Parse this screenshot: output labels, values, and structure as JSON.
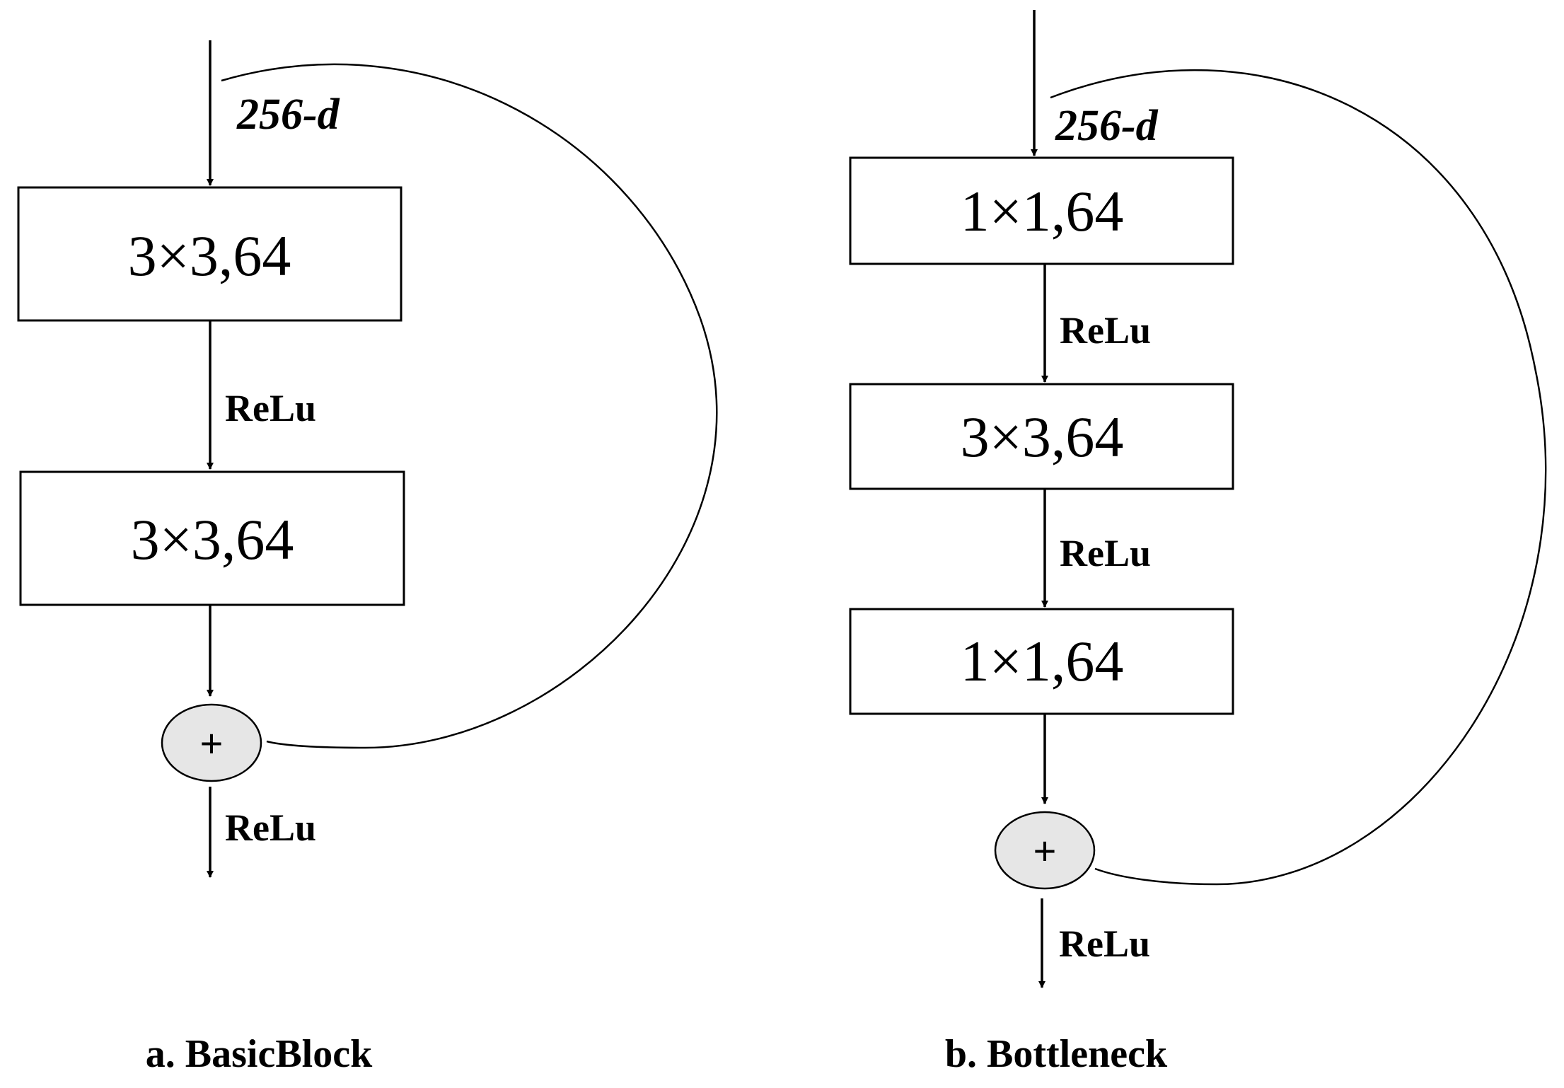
{
  "basic_block": {
    "input_dim": "256-d",
    "conv1": "3×3,64",
    "act1": "ReLu",
    "conv2": "3×3,64",
    "sum_symbol": "+",
    "act_out": "ReLu",
    "caption": "a. BasicBlock"
  },
  "bottleneck": {
    "input_dim": "256-d",
    "conv1": "1×1,64",
    "act1": "ReLu",
    "conv2": "3×3,64",
    "act2": "ReLu",
    "conv3": "1×1,64",
    "sum_symbol": "+",
    "act_out": "ReLu",
    "caption": "b. Bottleneck"
  },
  "colors": {
    "line": "#000000",
    "box_fill": "#ffffff",
    "sum_fill": "#e6e6e6"
  }
}
